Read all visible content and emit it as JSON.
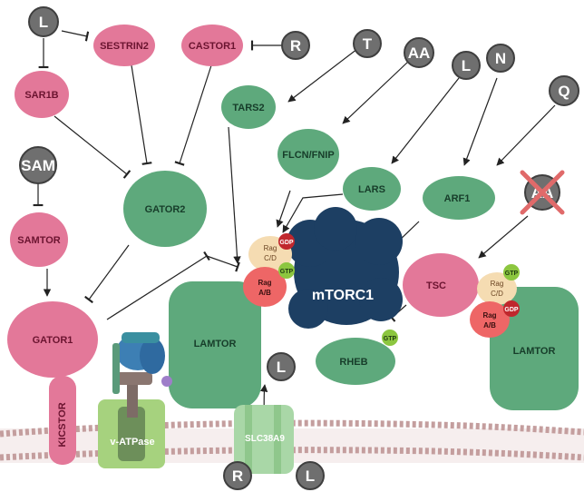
{
  "signals": {
    "leucine_top": "L",
    "arginine_top": "R",
    "threonine": "T",
    "amino_acids": "AA",
    "leucine_mid": "L",
    "asparagine": "N",
    "glutamine": "Q",
    "sam": "SAM",
    "amino_acids_crossed": "AA",
    "leucine_lumen": "L",
    "arginine_bottom": "R",
    "leucine_bottom": "L"
  },
  "proteins": {
    "sestrin2": "SESTRIN2",
    "castor1": "CASTOR1",
    "sar1b": "SAR1B",
    "samtor": "SAMTOR",
    "gator1": "GATOR1",
    "kicstor": "KICSTOR",
    "gator2": "GATOR2",
    "tars2": "TARS2",
    "flcn_fnip": "FLCN/FNIP",
    "lars": "LARS",
    "arf1": "ARF1",
    "mtorc1": "mTORC1",
    "tsc": "TSC",
    "rheb": "RHEB",
    "lamtor_left": "LAMTOR",
    "lamtor_right": "LAMTOR",
    "v_atpase": "v-ATPase",
    "slc38a9": "SLC38A9"
  },
  "rag_left": {
    "cd_line1": "Rag",
    "cd_line2": "C/D",
    "ab_line1": "Rag",
    "ab_line2": "A/B",
    "gdp": "GDP",
    "gtp": "GTP"
  },
  "rag_right": {
    "cd_line1": "Rag",
    "cd_line2": "C/D",
    "ab_line1": "Rag",
    "ab_line2": "A/B",
    "gdp": "GDP",
    "gtp": "GTP"
  },
  "rheb_gtp": "GTP",
  "colors": {
    "pink": "#e37899",
    "green": "#5ea97c",
    "navy": "#1d3f63",
    "gray_circle": "#6f6f6f",
    "membrane": "#c7a4a4"
  }
}
